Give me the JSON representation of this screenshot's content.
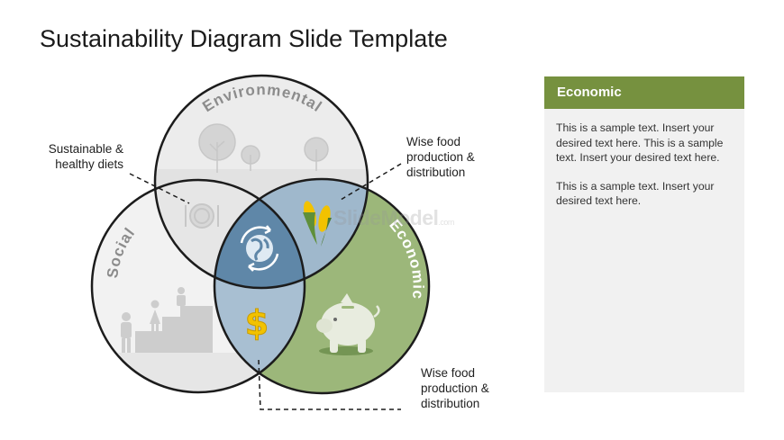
{
  "slide": {
    "title": "Sustainability Diagram Slide Template"
  },
  "venn": {
    "circles": [
      {
        "label": "Environmental"
      },
      {
        "label": "Social"
      },
      {
        "label": "Economic"
      }
    ],
    "colors": {
      "outline": "#1c1c1c",
      "environmental_fill": "#ececec",
      "social_fill": "#f2f2f2",
      "economic_fill": "#9cb77a",
      "overlap_env_eco": "#9fb8cc",
      "overlap_soc_eco": "#a8bfd2",
      "center": "#5f87a8",
      "icon_gray": "#cfcfcf",
      "gold": "#f2c200"
    },
    "icons": [
      "tree-icon",
      "plate-cutlery-icon",
      "globe-recycle-icon",
      "corn-icon",
      "dollar-icon",
      "piggy-bank-icon",
      "people-stairs-icon"
    ]
  },
  "callouts": {
    "diets": [
      "Sustainable &",
      "healthy diets"
    ],
    "wise_top": [
      "Wise food",
      "production &",
      "distribution"
    ],
    "wise_bottom": [
      "Wise food",
      "production &",
      "distribution"
    ]
  },
  "panel": {
    "header": "Economic",
    "paragraph1": "This is a sample text. Insert your desired text here. This is a sample text. Insert your desired text here.",
    "paragraph2": "This is a sample text. Insert your desired text here."
  },
  "watermark": {
    "text": "SlideModel",
    "suffix": ".com"
  }
}
